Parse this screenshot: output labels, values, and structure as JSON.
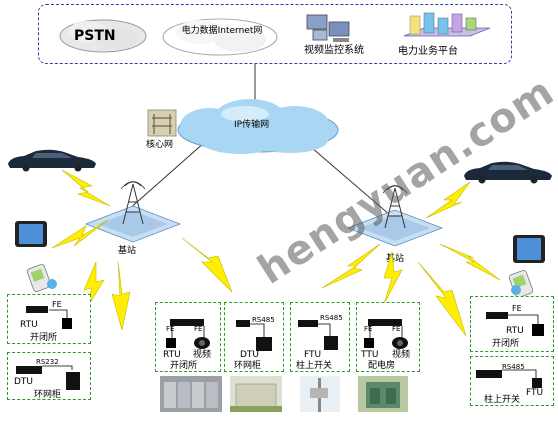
{
  "top_panel": {
    "pstn": "PSTN",
    "internet": "电力数据Internet网",
    "video": "视频监控系统",
    "platform": "电力业务平台"
  },
  "network": {
    "ip": "IP传输网",
    "core": "核心网",
    "base_left": "基站",
    "base_right": "基站"
  },
  "sites": {
    "s1": {
      "fe": "FE",
      "dev": "RTU",
      "name": "开闭所"
    },
    "s2": {
      "port": "RS232",
      "dev": "DTU",
      "name": "环网柜"
    },
    "s3": {
      "fe1": "FE",
      "fe2": "FE",
      "dev1": "RTU",
      "dev2": "视频",
      "name": "开闭所"
    },
    "s4": {
      "port": "RS485",
      "dev": "DTU",
      "name": "环网柜"
    },
    "s5": {
      "port": "RS485",
      "dev": "FTU",
      "name": "柱上开关"
    },
    "s6": {
      "fe1": "FE",
      "fe2": "FE",
      "dev1": "TTU",
      "dev2": "视频",
      "name": "配电房"
    },
    "s7": {
      "fe": "FE",
      "dev": "RTU",
      "name": "开闭所"
    },
    "s8": {
      "port": "RS485",
      "dev": "FTU",
      "name": "柱上开关"
    }
  },
  "watermark": "hengyuan.com",
  "colors": {
    "bolt": "#ffee00",
    "site_border": "#2c9a2c",
    "top_border": "#3a3ab0",
    "cloud": "#a9d6f2"
  }
}
